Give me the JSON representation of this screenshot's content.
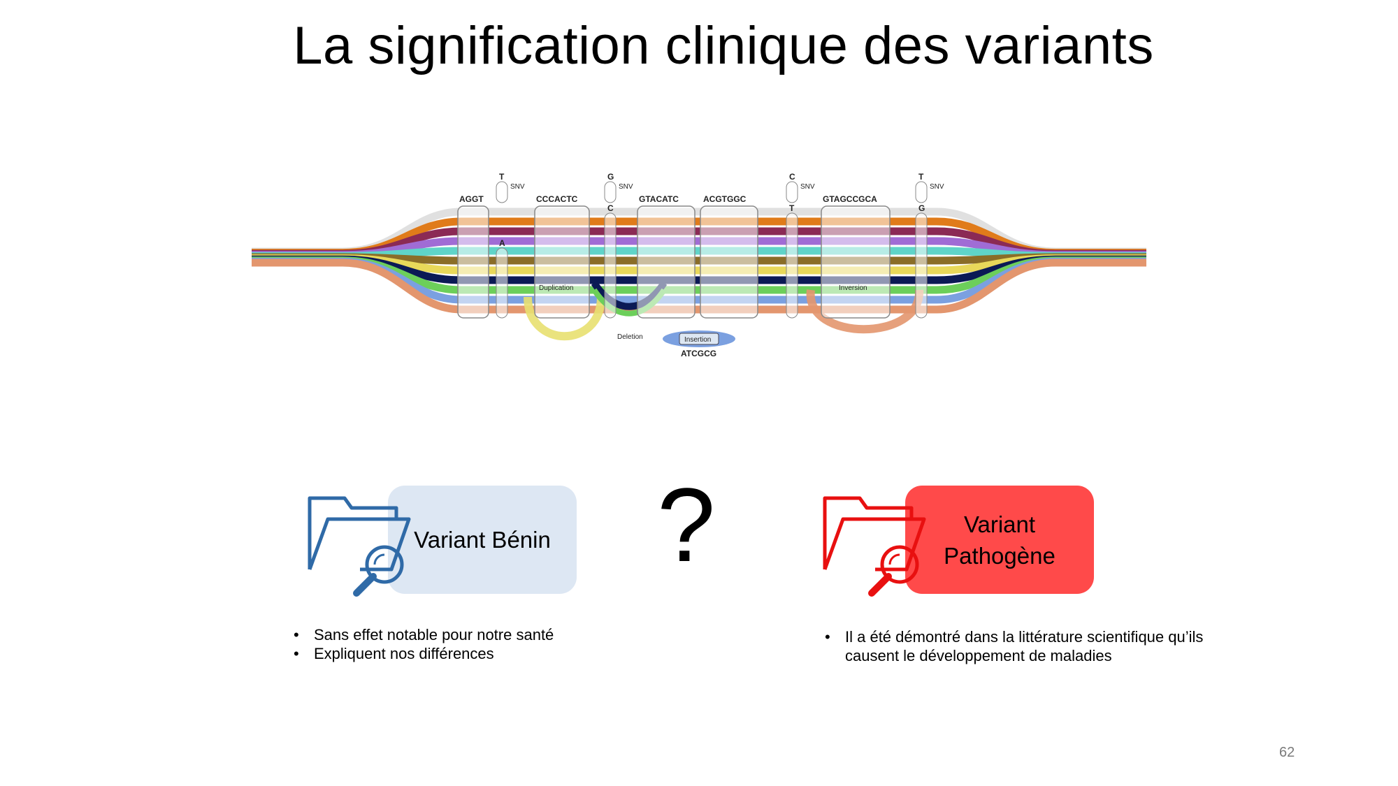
{
  "slide": {
    "title": "La signification clinique des variants",
    "page_number": "62"
  },
  "diagram": {
    "segments": [
      "AGGT",
      "CCCACTC",
      "GTACATC",
      "ACGTGGC",
      "GTAGCCGCA"
    ],
    "snv_alleles": [
      {
        "top": "T",
        "bottom": "A",
        "label": "SNV"
      },
      {
        "top": "G",
        "bottom": "C",
        "label": "SNV"
      },
      {
        "top": "C",
        "bottom": "T",
        "label": "SNV"
      },
      {
        "top": "T",
        "bottom": "G",
        "label": "SNV"
      }
    ],
    "events": {
      "duplication": "Duplication",
      "deletion": "Deletion",
      "insertion": "Insertion",
      "insertion_seq": "ATCGCG",
      "inversion": "Inversion"
    },
    "strand_colors": [
      "#e0e0e0",
      "#e07b1a",
      "#8b2a55",
      "#a06cd5",
      "#5fd4c8",
      "#8a6d28",
      "#e8d85a",
      "#0b1a55",
      "#6ccf5a",
      "#7ba0e0",
      "#e3966e"
    ]
  },
  "benign": {
    "label": "Variant Bénin",
    "icon": "folder-search-icon",
    "color": "#2f6aa7",
    "bullets": [
      "Sans effet notable pour notre santé",
      "Expliquent nos différences"
    ]
  },
  "question_mark": "?",
  "pathogenic": {
    "label_line1": "Variant",
    "label_line2": "Pathogène",
    "icon": "folder-search-icon",
    "color": "#e81010",
    "bullets": [
      "Il a été démontré dans la littérature scientifique qu’ils causent le développement de maladies"
    ]
  }
}
